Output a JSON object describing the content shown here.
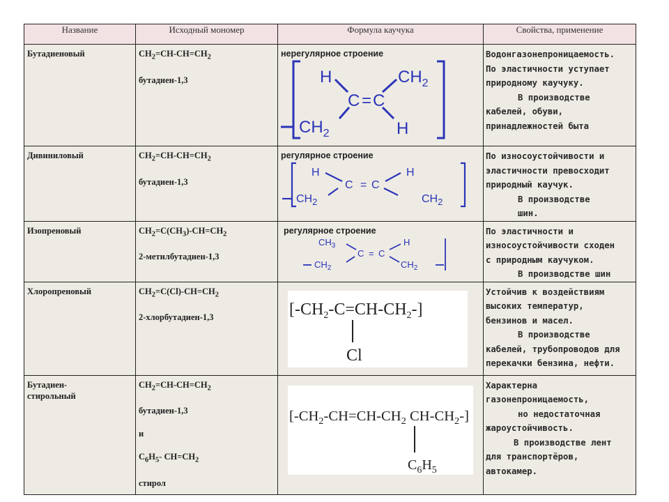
{
  "headers": {
    "name": "Название",
    "monomer": "Исходный мономер",
    "formula": "Формула каучука",
    "props": "Свойства, применение"
  },
  "rows": [
    {
      "name": "Бутадиеновый",
      "monomer_formula": {
        "a": "CH",
        "a_sub": "2",
        "b": "=CH-CH=CH",
        "b_sub": "2"
      },
      "monomer_name": "бутадиен-1,3",
      "structure_label": "нерегулярное строение",
      "formula_atoms": {
        "h1": "H",
        "c1": "C",
        "eq": "=",
        "c2": "C",
        "ch2_top": "CH",
        "sub_top": "2",
        "ch2_bot": "CH",
        "sub_bot": "2",
        "h2": "H"
      },
      "props": [
        "Водонгазонепроницаемость.",
        "По эластичности уступает",
        "природному каучуку."
      ],
      "usage": [
        "В производстве"
      ],
      "usage_tail": [
        "кабелей, обуви,",
        "принадлежностей быта"
      ]
    },
    {
      "name": "Дивиниловый",
      "monomer_formula": {
        "a": "CH",
        "a_sub": "2",
        "b": "=CH-CH=CH",
        "b_sub": "2"
      },
      "monomer_name": "бутадиен-1,3",
      "structure_label": "регулярное строение",
      "formula_atoms": {
        "h1": "H",
        "c1": "C",
        "eq": "=",
        "c2": "C",
        "h2": "H",
        "ch2_left": "CH",
        "sub_left": "2",
        "ch2_right": "CH",
        "sub_right": "2"
      },
      "props": [
        "По износоустойчивости и",
        "эластичности превосходит",
        "природный каучук."
      ],
      "usage": [
        "В производстве"
      ],
      "usage_tail": [
        "шин."
      ]
    },
    {
      "name": "Изопреновый",
      "monomer_formula": {
        "a": "CH",
        "a_sub": "2",
        "b": "=C(CH",
        "b_sub": "3",
        "c": ")-CH=CH",
        "c_sub": "2"
      },
      "monomer_name": "2-метилбутадиен-1,3",
      "structure_label": "регулярное строение",
      "formula_atoms": {
        "ch3": "CH",
        "sub3": "3",
        "c1": "C",
        "eq": "=",
        "c2": "C",
        "h": "H",
        "ch2_left": "CH",
        "sub_left": "2",
        "ch2_right": "CH",
        "sub_right": "2"
      },
      "props": [
        "По эластичности и",
        "износоустойчивости сходен",
        "с природным каучуком."
      ],
      "usage": [
        "В производстве шин"
      ],
      "usage_tail": []
    },
    {
      "name": "Хлоропреновый",
      "monomer_formula": {
        "a": "CH",
        "a_sub": "2",
        "b": "=C(Cl)-CH=CH",
        "b_sub": "2"
      },
      "monomer_name": "2-хлорбутадиен-1,3",
      "formula_text": {
        "p1": "[-CH",
        "s1": "2",
        "p2": "-C=CH-CH",
        "s2": "2",
        "p3": "-]",
        "branch": "Cl"
      },
      "props": [
        "Устойчив к воздействиям",
        "высоких температур,",
        "бензинов и масел."
      ],
      "usage": [
        "В производстве"
      ],
      "usage_tail": [
        "кабелей, трубопроводов для",
        "перекачки бензина, нефти."
      ]
    },
    {
      "name_line1": "Бутадиен-",
      "name_line2": "стирольный",
      "monomer_formula": {
        "a": "CH",
        "a_sub": "2",
        "b": "=CH-CH=CH",
        "b_sub": "2"
      },
      "monomer_name": "бутадиен-1,3",
      "conj": "и",
      "monomer2_formula": {
        "a": "C",
        "a_sub": "6",
        "b": "H",
        "b_sub": "5",
        "c": "- CH=CH",
        "c_sub": "2"
      },
      "monomer2_name": "стирол",
      "formula_text": {
        "p1": "[-CH",
        "s1": "2",
        "p2": "-CH=CH-CH",
        "s2": "2",
        "p3": " CH-CH",
        "s3": "2",
        "p4": "-]",
        "branch_a": "C",
        "branch_sub_a": "6",
        "branch_b": "H",
        "branch_sub_b": "5"
      },
      "props": [
        "Характерна",
        "газонепроницаемость,"
      ],
      "props_indent": [
        "но недостаточная"
      ],
      "props_tail": [
        "жароустойчивость."
      ],
      "usage": [
        "В производстве лент"
      ],
      "usage_tail": [
        "для транспортёров,",
        "автокамер."
      ]
    }
  ]
}
